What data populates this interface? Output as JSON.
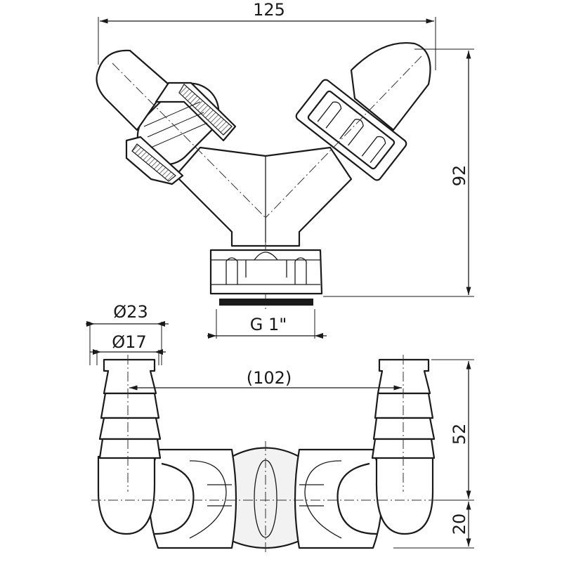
{
  "dimensions": {
    "width_top": "125",
    "height_top": "92",
    "thread": "G 1\"",
    "outer_diameter": "Ø23",
    "inner_diameter": "Ø17",
    "spacing": "(102)",
    "height_bottom": "52",
    "base_height": "20"
  }
}
